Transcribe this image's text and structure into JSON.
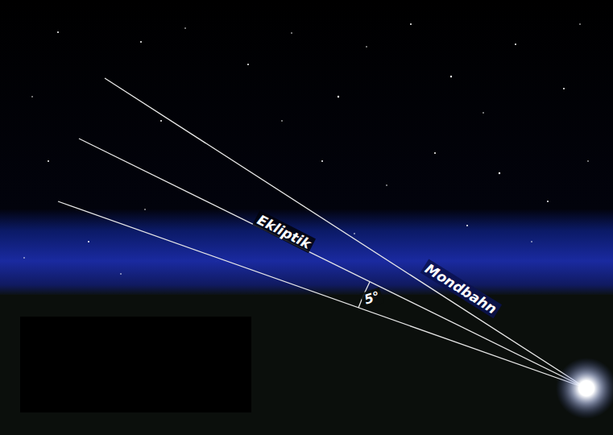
{
  "diagram": {
    "labels": [
      "Ekliptik",
      "Mondbahn",
      "5°"
    ]
  }
}
